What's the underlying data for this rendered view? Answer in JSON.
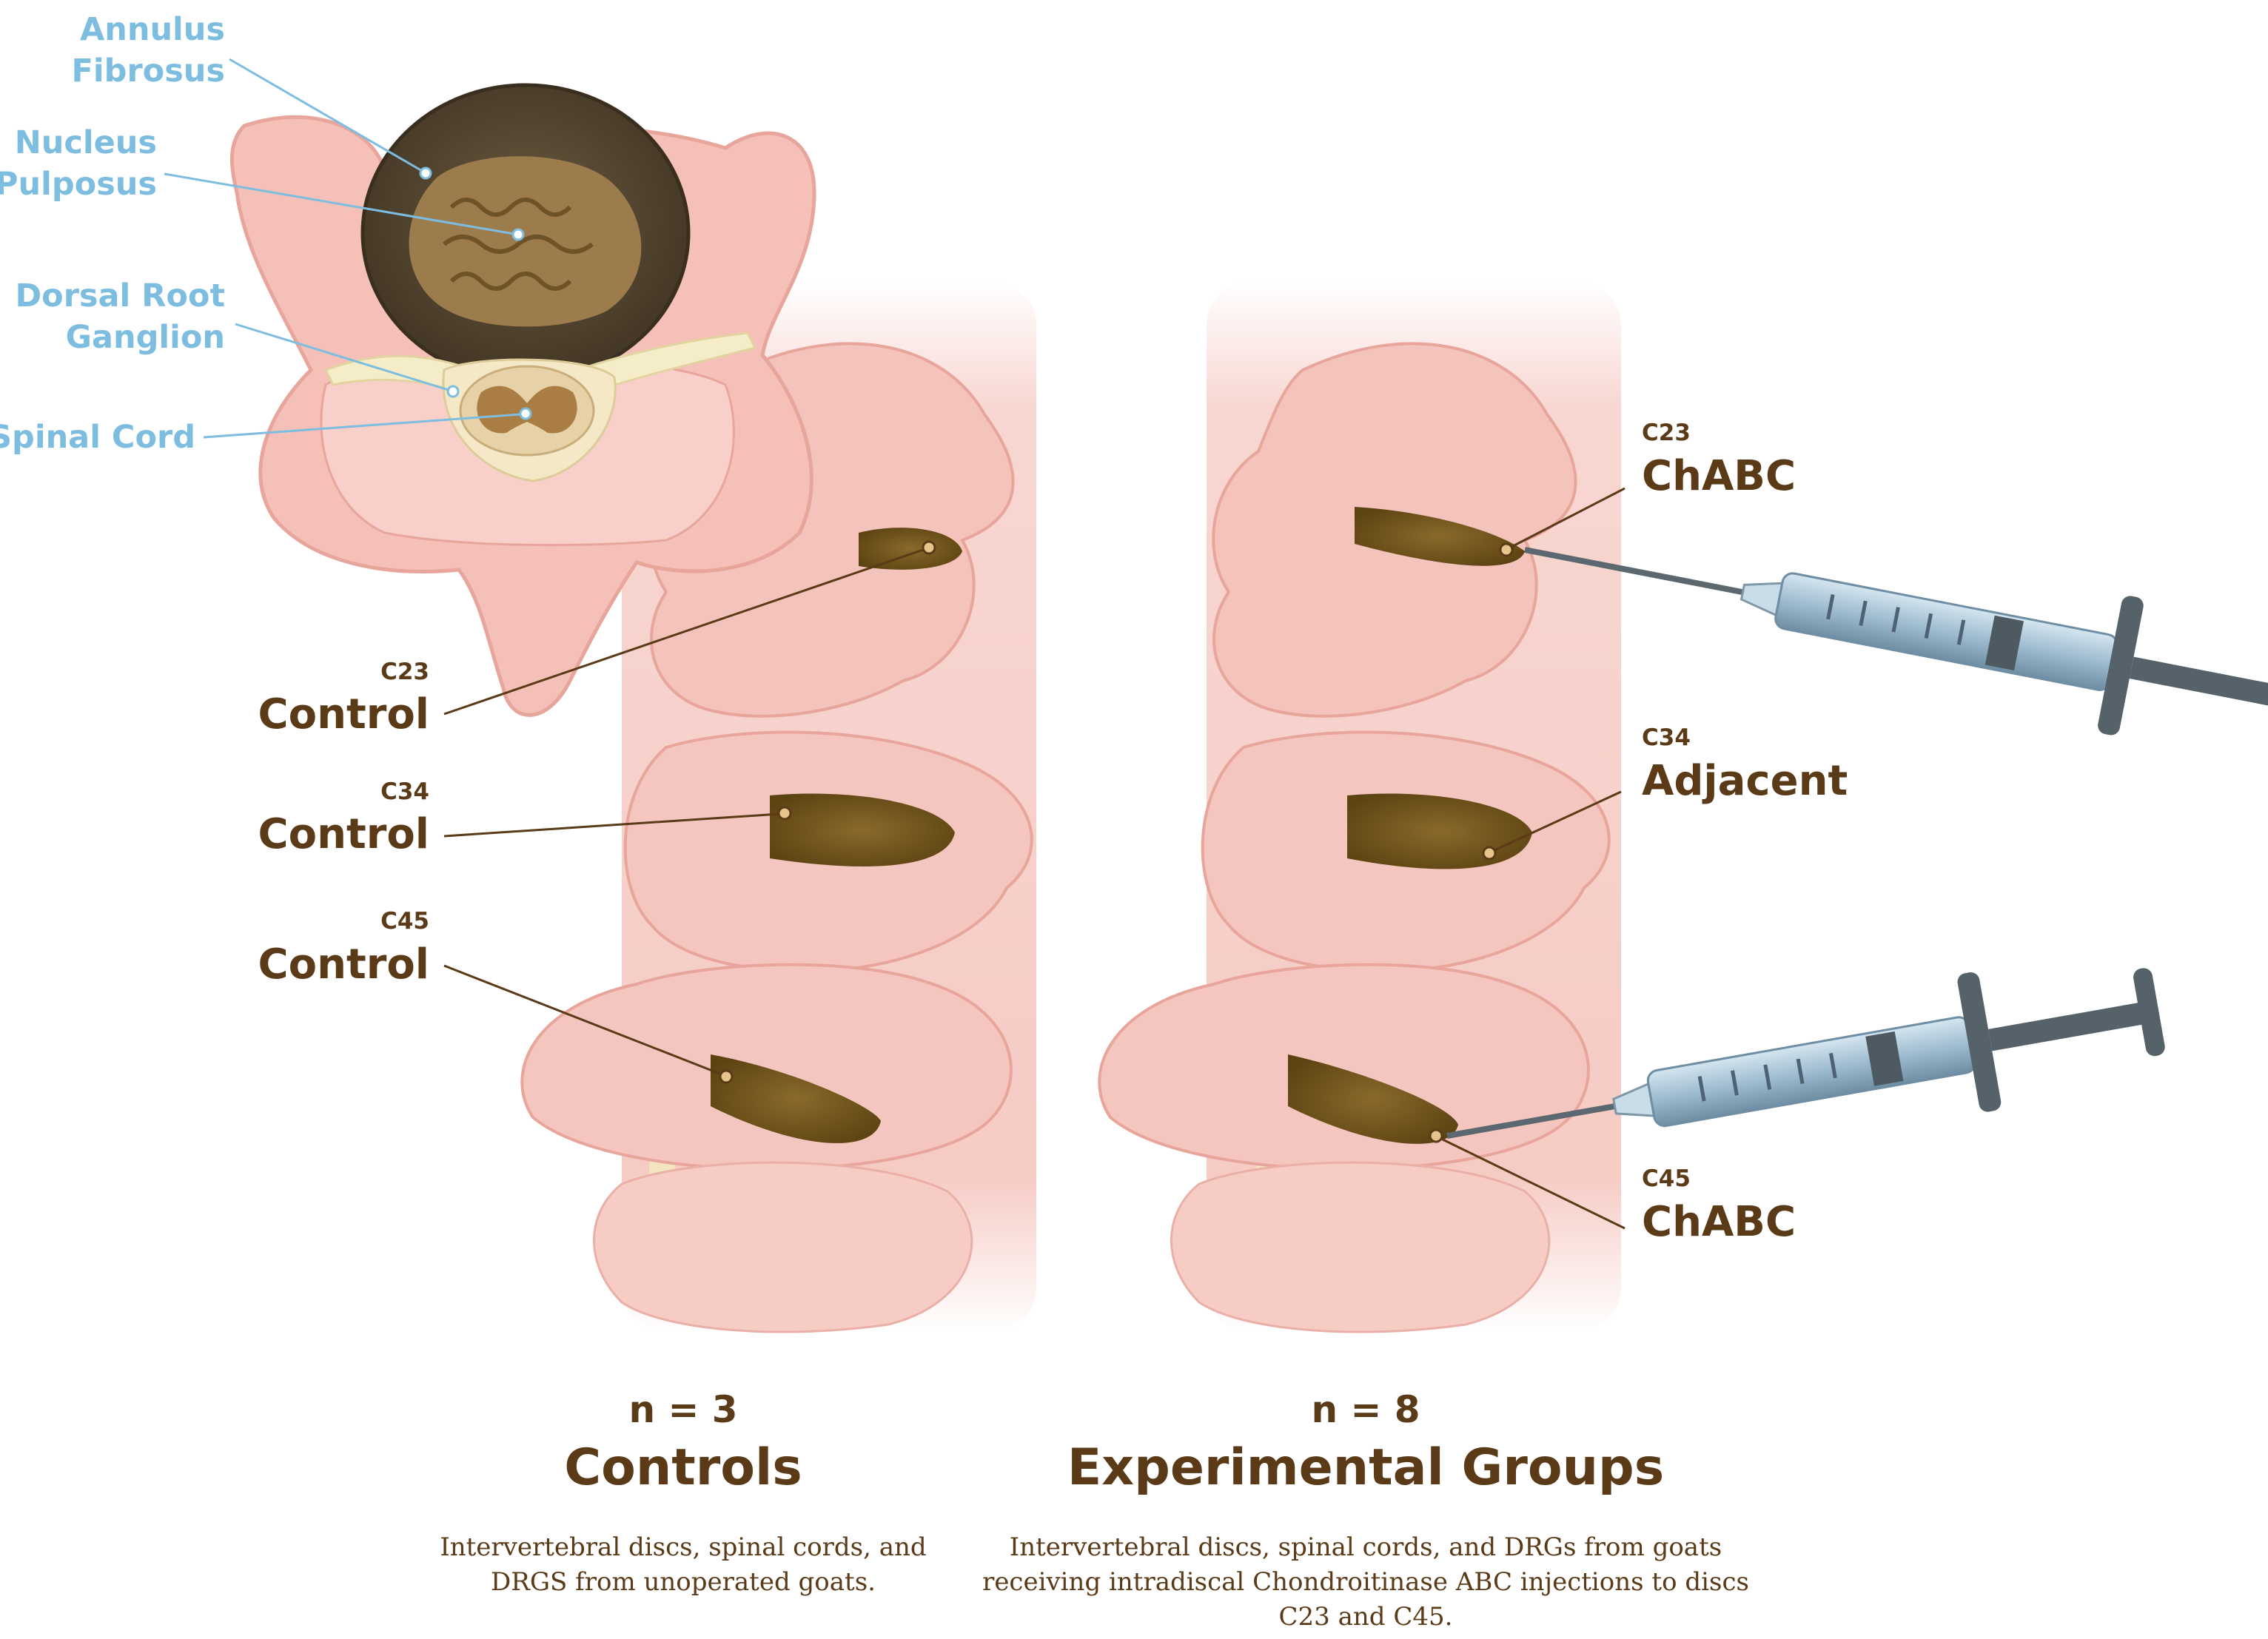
{
  "anatomy_labels": {
    "annulus_line1": "Annulus",
    "annulus_line2": "Fibrosus",
    "nucleus_line1": "Nucleus",
    "nucleus_line2": "Pulposus",
    "drg_line1": "Dorsal Root",
    "drg_line2": "Ganglion",
    "spinal_cord": "Spinal Cord"
  },
  "controls_spine": {
    "disc1_level": "C23",
    "disc1_group": "Control",
    "disc2_level": "C34",
    "disc2_group": "Control",
    "disc3_level": "C45",
    "disc3_group": "Control"
  },
  "experimental_spine": {
    "disc1_level": "C23",
    "disc1_group": "ChABC",
    "disc2_level": "C34",
    "disc2_group": "Adjacent",
    "disc3_level": "C45",
    "disc3_group": "ChABC"
  },
  "controls": {
    "n": "n = 3",
    "title": "Controls",
    "description": "Intervertebral discs, spinal cords, and DRGS from unoperated goats."
  },
  "experimental": {
    "n": "n = 8",
    "title": "Experimental Groups",
    "description": "Intervertebral discs, spinal cords, and DRGs from goats receiving intradiscal Chondroitinase ABC injections to discs C23 and C45."
  },
  "colors": {
    "bone": "#f6c9c2",
    "bone_edge": "#e8a59c",
    "disc": "#6e5218",
    "annulus": "#5a4a33",
    "nucleus": "#9a7a4c",
    "anatomy_label": "#7dbde0",
    "group_label": "#5a3a17",
    "syringe": "#9fbcd0",
    "plunger": "#56626a"
  }
}
